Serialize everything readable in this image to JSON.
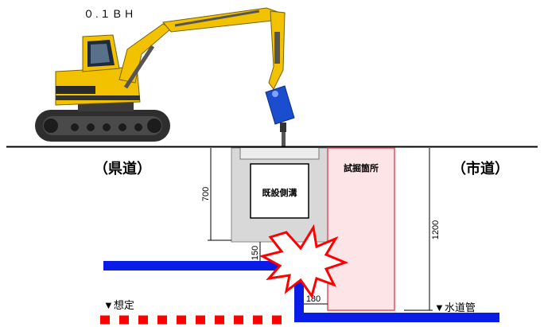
{
  "machine": {
    "label": "０.１ＢＨ",
    "body_color": "#f2c200",
    "breaker_color": "#1a4ecf",
    "track_color": "#2e2e2e"
  },
  "roads": {
    "left_label": "（県道）",
    "right_label": "（市道）"
  },
  "structures": {
    "existing_gutter": "既設側溝",
    "trial_pit": "試掘箇所",
    "trial_pit_fill": "#fde4e6",
    "trial_pit_stroke": "#e2505f",
    "gutter_fill": "#d8d8d8"
  },
  "dimensions": {
    "gutter_depth": "700",
    "gap_below_gutter": "150",
    "pipe_offset": "180",
    "pit_depth": "1200"
  },
  "pipes": {
    "assumed_label": "▼想定",
    "water_main_label": "▼水道管",
    "pipe_color": "#0a1de6",
    "assumed_color": "#ff0000"
  },
  "impact": {
    "fill": "#ffffff",
    "stroke": "#ff0000"
  }
}
